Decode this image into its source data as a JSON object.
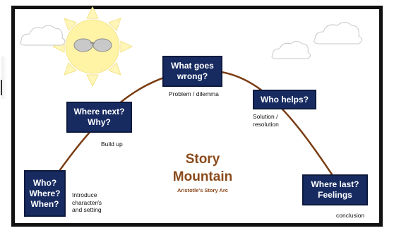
{
  "diagram": {
    "title": "Story\nMountain",
    "subtitle": "Aristotle's Story Arc",
    "stages": [
      {
        "label": "Who?\nWhere?\nWhen?",
        "note": "Introduce\ncharacter/s\nand setting"
      },
      {
        "label": "Where next?\nWhy?",
        "note": "Build up"
      },
      {
        "label": "What goes\nwrong?",
        "note": "Problem / dilemma"
      },
      {
        "label": "Who helps?",
        "note": "Solution /\nresolution"
      },
      {
        "label": "Where last?\nFeelings",
        "note": "conclusion"
      }
    ]
  },
  "colors": {
    "box": "#172b61",
    "arc": "#7a3d14",
    "title": "#8a4a1c",
    "sun": "#fff3a6",
    "frame": "#111111"
  },
  "icons": [
    "sun-icon",
    "sunglasses-icon",
    "cloud-icon"
  ]
}
